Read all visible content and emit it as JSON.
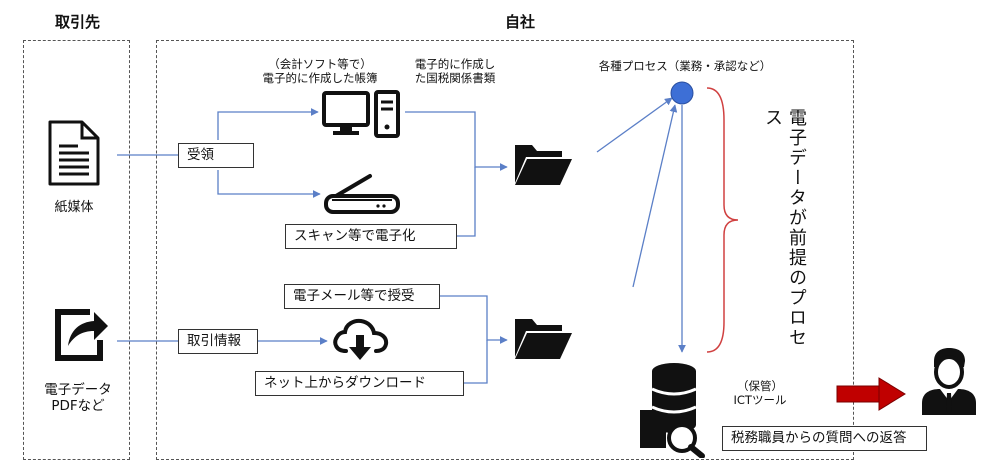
{
  "headers": {
    "partner": "取引先",
    "company": "自社"
  },
  "partner": {
    "paper": "紙媒体",
    "electronic_line1": "電子データ",
    "electronic_line2": "PDFなど"
  },
  "labels": {
    "accounting_line1": "（会計ソフト等で）",
    "accounting_line2": "電子的に作成した帳簿",
    "tax_docs_line1": "電子的に作成し",
    "tax_docs_line2": "た国税関係書類",
    "processes": "各種プロセス（業務・承認など）",
    "storage_line1": "（保管）",
    "storage_line2": "ICTツール",
    "electronic_process": "電子データが前提のプロセス"
  },
  "boxes": {
    "receive": "受領",
    "scan": "スキャン等で電子化",
    "trade_info": "取引情報",
    "email": "電子メール等で授受",
    "download": "ネット上からダウンロード",
    "response": "税務職員からの質問への返答"
  },
  "colors": {
    "line": "#5b7fc7",
    "node": "#3d6fd6",
    "brace": "#d04040",
    "arrow": "#c00000"
  },
  "icons": [
    "document-icon",
    "share-icon",
    "computer-icon",
    "scanner-icon",
    "cloud-download-icon",
    "folder-icon",
    "database-search-icon",
    "user-icon"
  ]
}
